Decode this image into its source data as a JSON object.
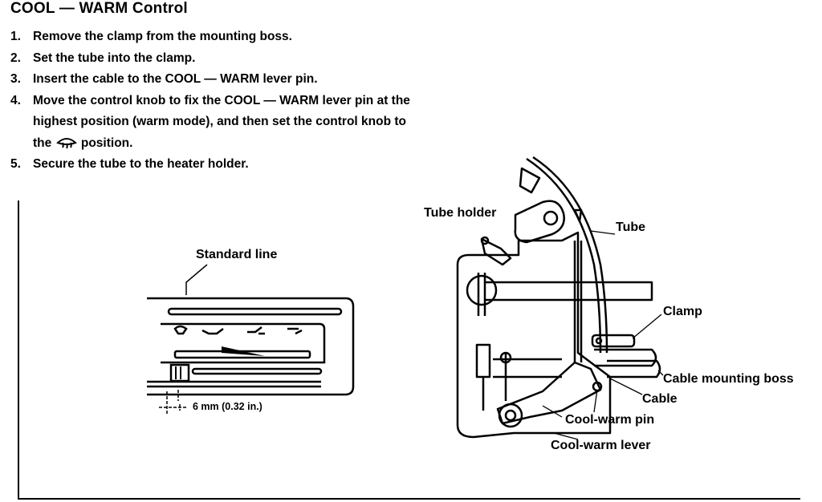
{
  "title": "COOL — WARM Control",
  "steps": [
    {
      "num": "1.",
      "text": "Remove the clamp from the mounting boss."
    },
    {
      "num": "2.",
      "text": "Set the tube into the clamp."
    },
    {
      "num": "3.",
      "text": "Insert the cable to the COOL — WARM lever pin."
    },
    {
      "num": "4.",
      "text_a": "Move the control knob to fix the COOL — WARM lever pin at the",
      "text_b": "highest position (warm mode), and then set the control knob to",
      "text_c_pre": "the",
      "text_c_post": "position.",
      "icon": "defrost-icon"
    },
    {
      "num": "5.",
      "text": "Secure the tube to the heater holder."
    }
  ],
  "left_figure": {
    "standard_line": "Standard line",
    "dimension": "6 mm (0.32 in.)"
  },
  "right_figure": {
    "tube_holder": "Tube holder",
    "tube": "Tube",
    "clamp": "Clamp",
    "cable_mounting_boss": "Cable mounting boss",
    "cable": "Cable",
    "cool_warm_pin": "Cool-warm pin",
    "cool_warm_lever": "Cool-warm lever"
  }
}
